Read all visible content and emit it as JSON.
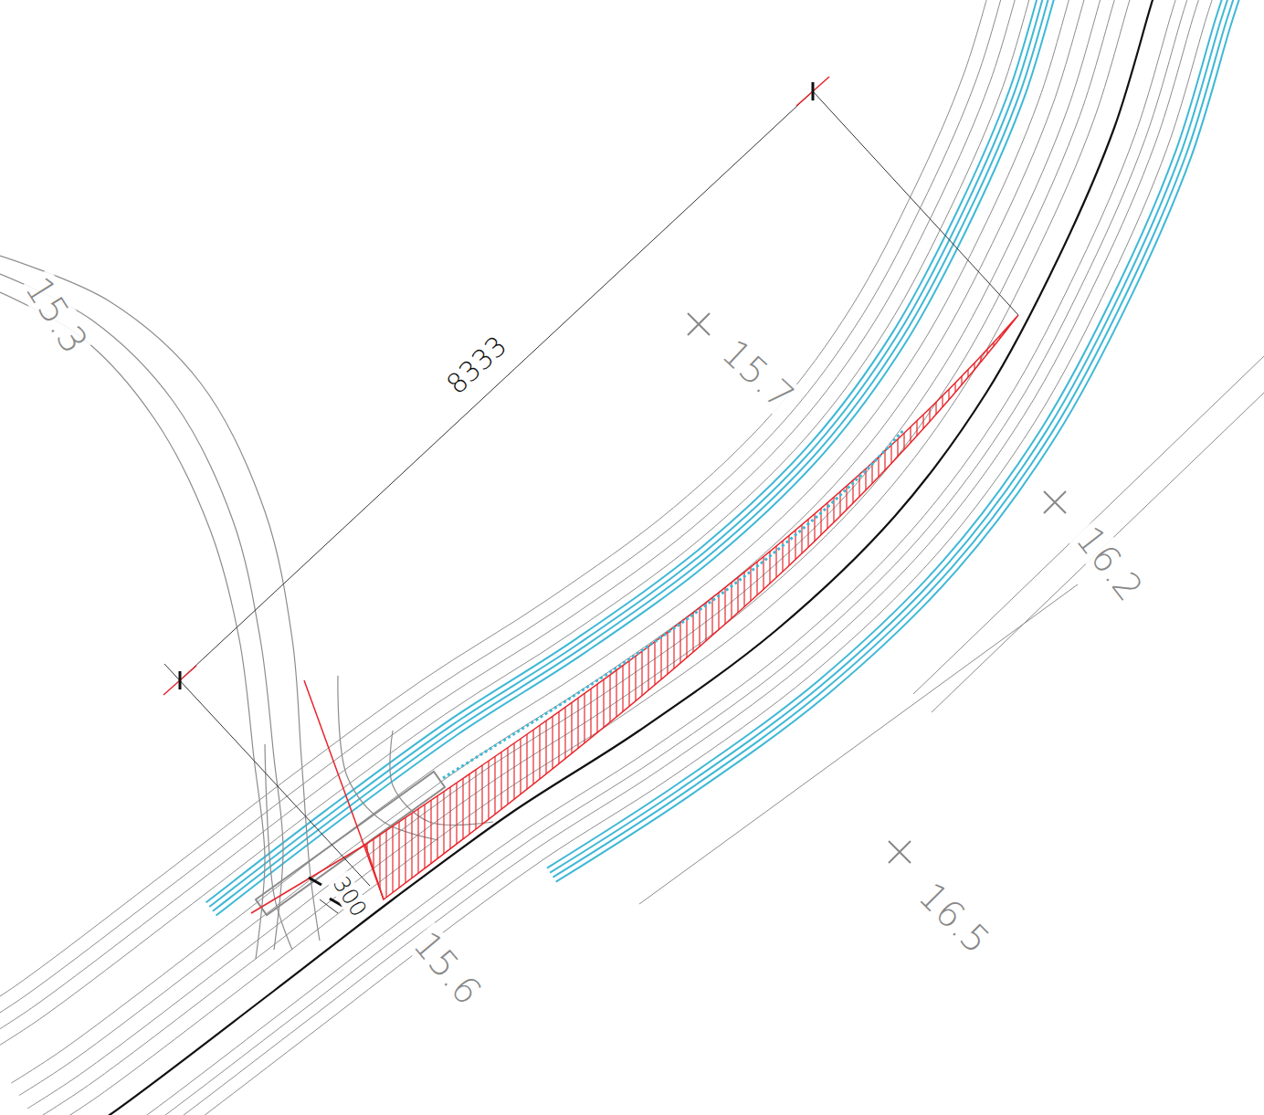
{
  "diagram": {
    "labels": [
      "15.3",
      "8333",
      "15.7",
      "16.2",
      "300",
      "15.6",
      "16.5"
    ]
  }
}
